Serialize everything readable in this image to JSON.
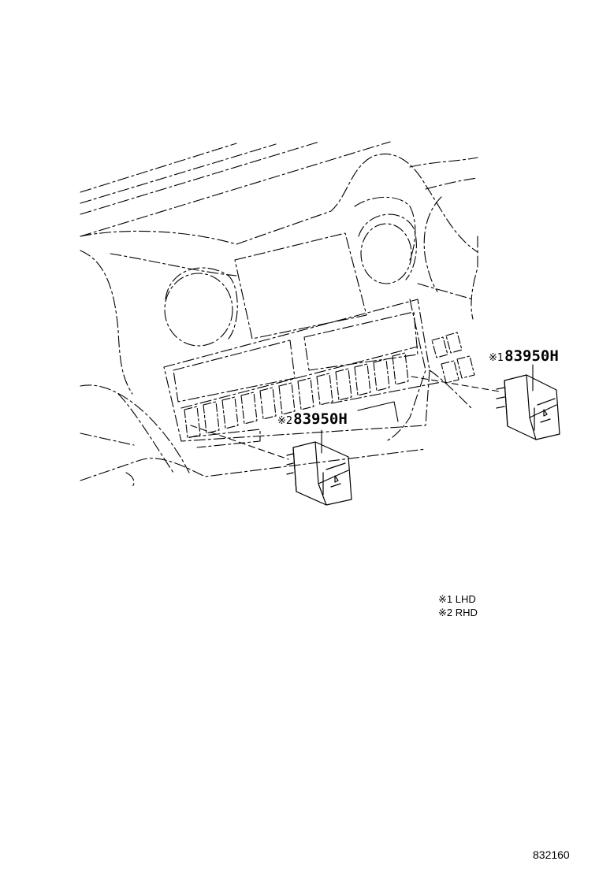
{
  "callouts": [
    {
      "mark": "※1",
      "part_number": "83950H"
    },
    {
      "mark": "※2",
      "part_number": "83950H"
    }
  ],
  "legend": [
    "※1 LHD",
    "※2 RHD"
  ],
  "figure_number": "832160"
}
